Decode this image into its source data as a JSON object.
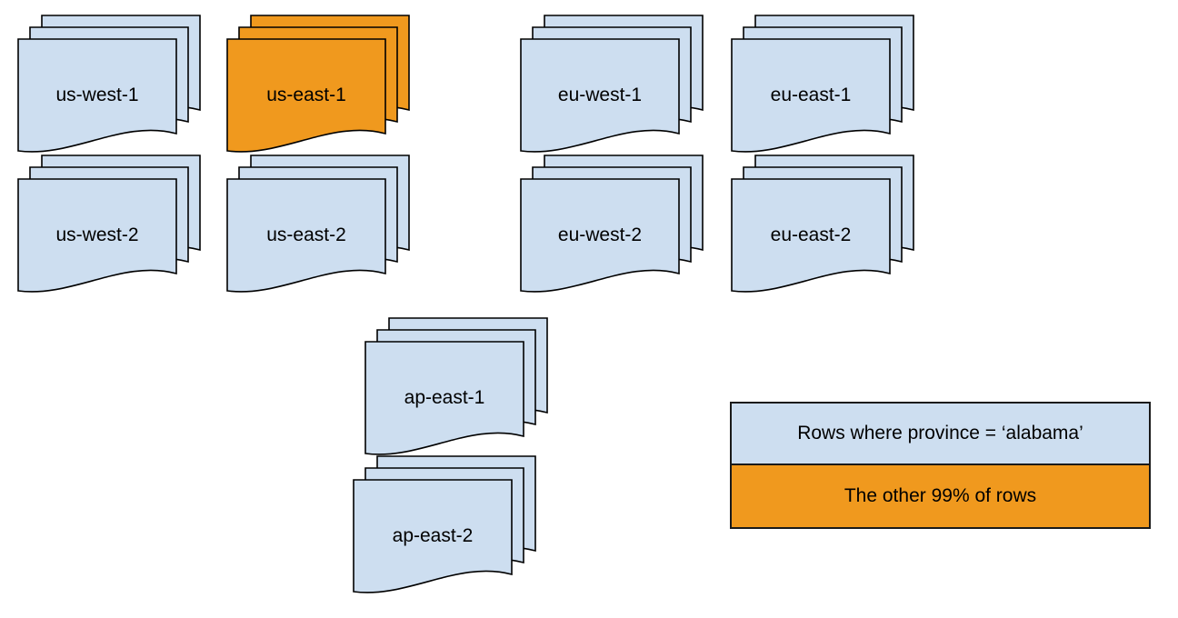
{
  "diagram": {
    "description_visible": false
  },
  "colors": {
    "default_fill": "#cddef0",
    "highlight_fill": "#f0991e",
    "stroke": "#000000"
  },
  "regions": [
    {
      "label": "us-west-1",
      "highlighted": false
    },
    {
      "label": "us-east-1",
      "highlighted": true
    },
    {
      "label": "eu-west-1",
      "highlighted": false
    },
    {
      "label": "eu-east-1",
      "highlighted": false
    },
    {
      "label": "us-west-2",
      "highlighted": false
    },
    {
      "label": "us-east-2",
      "highlighted": false
    },
    {
      "label": "eu-west-2",
      "highlighted": false
    },
    {
      "label": "eu-east-2",
      "highlighted": false
    },
    {
      "label": "ap-east-1",
      "highlighted": false
    },
    {
      "label": "ap-east-2",
      "highlighted": false
    }
  ],
  "legend": {
    "items": [
      {
        "label": "Rows where province = ‘alabama’",
        "color": "#cddef0"
      },
      {
        "label": "The other 99% of rows",
        "color": "#f0991e"
      }
    ]
  }
}
